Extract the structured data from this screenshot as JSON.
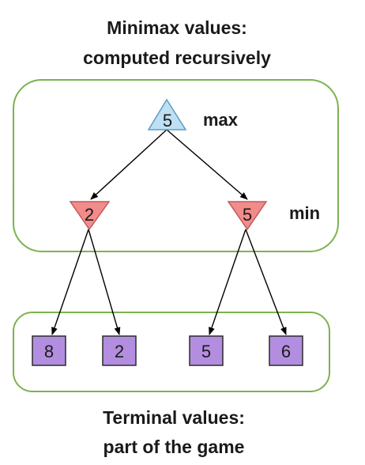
{
  "header": {
    "line1": "Minimax values:",
    "line2": "computed recursively"
  },
  "footer": {
    "line1": "Terminal values:",
    "line2": "part of the game"
  },
  "levels": {
    "max": "max",
    "min": "min"
  },
  "nodes": {
    "root": {
      "value": "5",
      "kind": "max"
    },
    "min_left": {
      "value": "2",
      "kind": "min"
    },
    "min_right": {
      "value": "5",
      "kind": "min"
    },
    "leaves": [
      {
        "value": "8"
      },
      {
        "value": "2"
      },
      {
        "value": "5"
      },
      {
        "value": "6"
      }
    ]
  },
  "colors": {
    "max_fill": "#bfe0f2",
    "max_stroke": "#5a9ec4",
    "min_fill": "#f28b8b",
    "min_stroke": "#c05a5a",
    "leaf_fill": "#b38ee0",
    "leaf_stroke": "#2b2b2b",
    "frame_stroke": "#7bb34e",
    "edge": "#000000"
  }
}
